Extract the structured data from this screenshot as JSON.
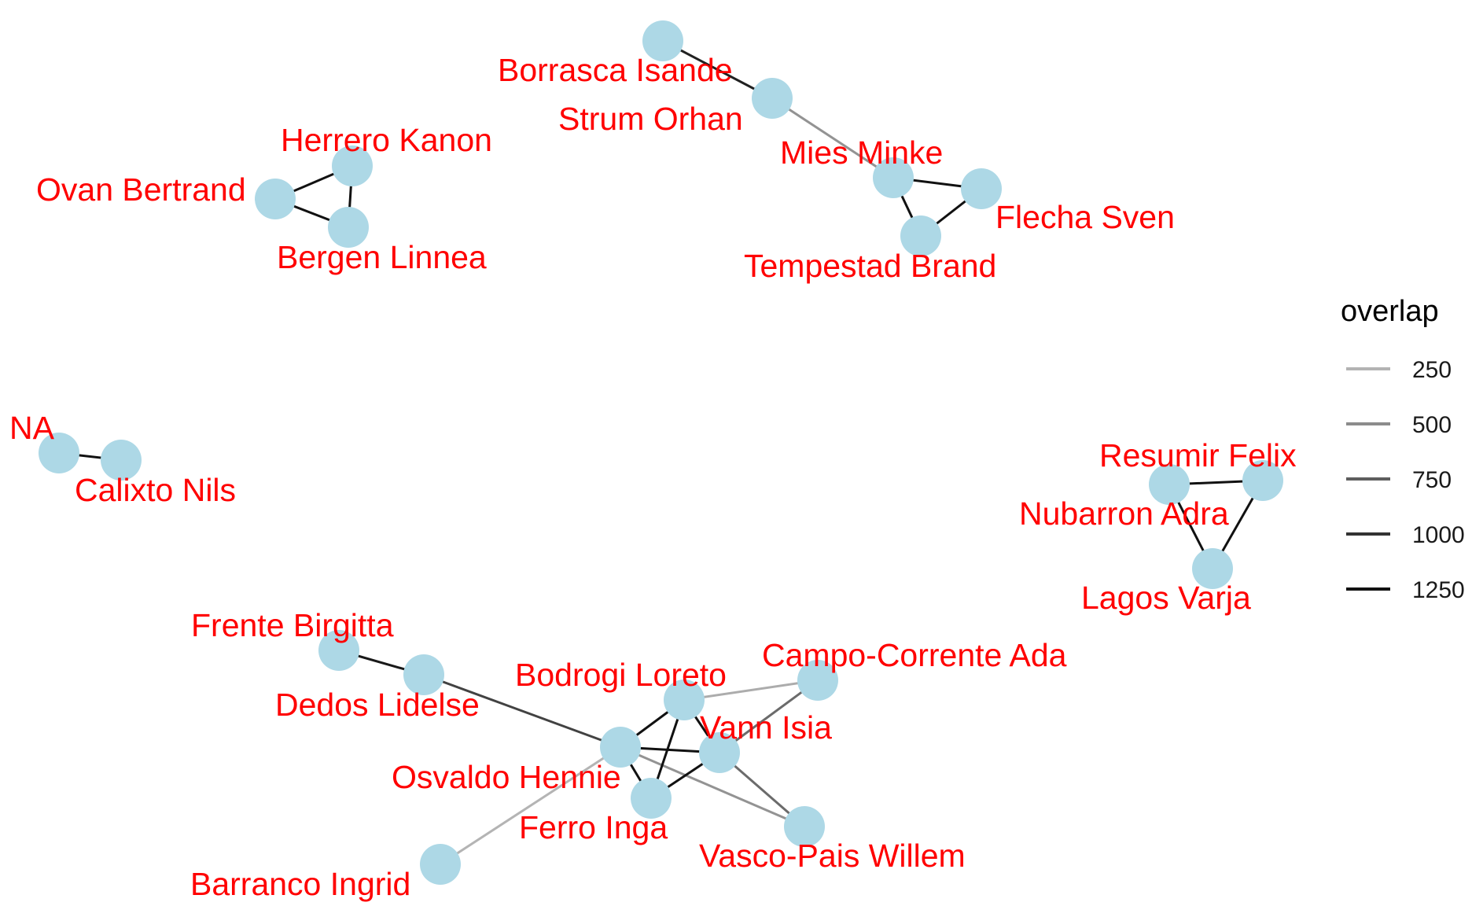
{
  "graph": {
    "legend": {
      "title": "overlap",
      "items": [
        {
          "label": "250",
          "value": 250,
          "color": "#b3b3b3"
        },
        {
          "label": "500",
          "value": 500,
          "color": "#8c8c8c"
        },
        {
          "label": "750",
          "value": 750,
          "color": "#5e5e5e"
        },
        {
          "label": "1000",
          "value": 1000,
          "color": "#333333"
        },
        {
          "label": "1250",
          "value": 1250,
          "color": "#111111"
        }
      ]
    },
    "node_color": "#add8e6",
    "label_color": "#ff0000",
    "nodes": [
      {
        "id": "borrasca",
        "label": "Borrasca Isande"
      },
      {
        "id": "strum",
        "label": "Strum Orhan"
      },
      {
        "id": "mies",
        "label": "Mies Minke"
      },
      {
        "id": "flecha",
        "label": "Flecha Sven"
      },
      {
        "id": "tempestad",
        "label": "Tempestad Brand"
      },
      {
        "id": "herrero",
        "label": "Herrero Kanon"
      },
      {
        "id": "ovan",
        "label": "Ovan Bertrand"
      },
      {
        "id": "bergen",
        "label": "Bergen Linnea"
      },
      {
        "id": "na",
        "label": "NA"
      },
      {
        "id": "calixto",
        "label": "Calixto Nils"
      },
      {
        "id": "resumir",
        "label": "Resumir Felix"
      },
      {
        "id": "nubarron",
        "label": "Nubarron Adra"
      },
      {
        "id": "lagos",
        "label": "Lagos Varja"
      },
      {
        "id": "frente",
        "label": "Frente Birgitta"
      },
      {
        "id": "dedos",
        "label": "Dedos Lidelse"
      },
      {
        "id": "bodrogi",
        "label": "Bodrogi Loreto"
      },
      {
        "id": "campo",
        "label": "Campo-Corrente Ada"
      },
      {
        "id": "vann",
        "label": "Vann Isia"
      },
      {
        "id": "osvaldo",
        "label": "Osvaldo Hennie"
      },
      {
        "id": "ferro",
        "label": "Ferro Inga"
      },
      {
        "id": "vasco",
        "label": "Vasco-Pais Willem"
      },
      {
        "id": "barranco",
        "label": "Barranco Ingrid"
      }
    ],
    "edges": [
      {
        "source": "borrasca",
        "target": "strum",
        "overlap": 1150
      },
      {
        "source": "strum",
        "target": "mies",
        "overlap": 450
      },
      {
        "source": "mies",
        "target": "flecha",
        "overlap": 1250
      },
      {
        "source": "mies",
        "target": "tempestad",
        "overlap": 1250
      },
      {
        "source": "flecha",
        "target": "tempestad",
        "overlap": 1250
      },
      {
        "source": "ovan",
        "target": "herrero",
        "overlap": 1250
      },
      {
        "source": "ovan",
        "target": "bergen",
        "overlap": 1250
      },
      {
        "source": "herrero",
        "target": "bergen",
        "overlap": 1250
      },
      {
        "source": "na",
        "target": "calixto",
        "overlap": 1250
      },
      {
        "source": "nubarron",
        "target": "resumir",
        "overlap": 1250
      },
      {
        "source": "nubarron",
        "target": "lagos",
        "overlap": 1250
      },
      {
        "source": "resumir",
        "target": "lagos",
        "overlap": 1250
      },
      {
        "source": "frente",
        "target": "dedos",
        "overlap": 1200
      },
      {
        "source": "dedos",
        "target": "osvaldo",
        "overlap": 950
      },
      {
        "source": "osvaldo",
        "target": "bodrogi",
        "overlap": 1250
      },
      {
        "source": "osvaldo",
        "target": "vann",
        "overlap": 1250
      },
      {
        "source": "osvaldo",
        "target": "ferro",
        "overlap": 1250
      },
      {
        "source": "osvaldo",
        "target": "barranco",
        "overlap": 250
      },
      {
        "source": "osvaldo",
        "target": "vasco",
        "overlap": 450
      },
      {
        "source": "bodrogi",
        "target": "vann",
        "overlap": 1250
      },
      {
        "source": "bodrogi",
        "target": "ferro",
        "overlap": 1250
      },
      {
        "source": "bodrogi",
        "target": "campo",
        "overlap": 300
      },
      {
        "source": "vann",
        "target": "ferro",
        "overlap": 1250
      },
      {
        "source": "vann",
        "target": "campo",
        "overlap": 700
      },
      {
        "source": "vann",
        "target": "vasco",
        "overlap": 700
      }
    ]
  }
}
